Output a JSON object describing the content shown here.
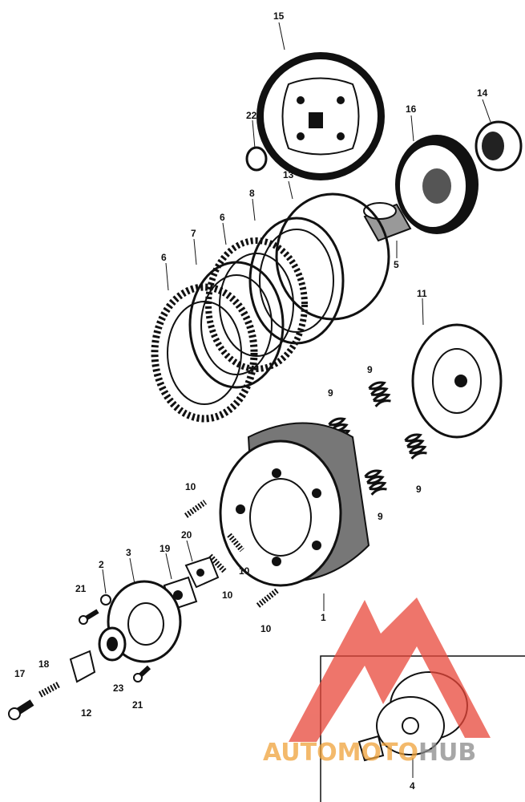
{
  "diagram": {
    "callouts": {
      "c15": "15",
      "c14": "14",
      "c16": "16",
      "c22": "22",
      "c13": "13",
      "c8": "8",
      "c6a": "6",
      "c7": "7",
      "c6b": "6",
      "c5": "5",
      "c11": "11",
      "c9a": "9",
      "c9b": "9",
      "c9c": "9",
      "c9d": "9",
      "c10a": "10",
      "c10b": "10",
      "c10c": "10",
      "c10d": "10",
      "c20": "20",
      "c19": "19",
      "c3": "3",
      "c2": "2",
      "c21a": "21",
      "c1": "1",
      "c18": "18",
      "c17": "17",
      "c23": "23",
      "c12": "12",
      "c21b": "21",
      "c4": "4"
    }
  },
  "watermark": {
    "part1": "AUTO",
    "part2": "MOTO",
    "part3": "HUB",
    "color_red": "#e8473a",
    "color_orange": "#f0a23a",
    "color_grey": "#8a8a8a"
  }
}
